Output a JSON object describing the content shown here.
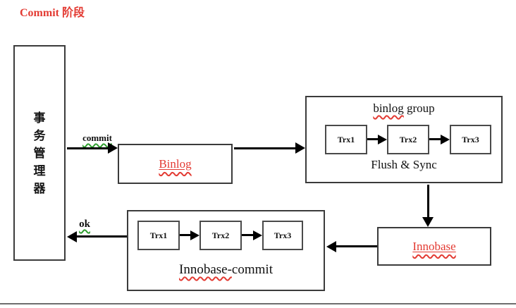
{
  "title": "Commit 阶段",
  "nodes": {
    "transaction_manager": {
      "label": "事\n务\n管\n理\n器"
    },
    "binlog": {
      "label": "Binlog"
    },
    "binlog_group": {
      "title_word": "binlog",
      "title_rest": " group",
      "items": [
        "Trx1",
        "Trx2",
        "Trx3"
      ],
      "footer": "Flush & Sync"
    },
    "innobase": {
      "label": "Innobase"
    },
    "innobase_commit": {
      "items": [
        "Trx1",
        "Trx2",
        "Trx3"
      ],
      "label_word": "Innobase-",
      "label_rest": "commit"
    }
  },
  "edges": {
    "commit": "commit",
    "ok": "ok"
  },
  "colors": {
    "accent_red": "#e33b33",
    "squiggle_green": "#2f9e2f",
    "squiggle_red": "#e33b33",
    "line_black": "#000000",
    "border_gray": "#3b3b3b",
    "divider_gray": "#6e6e6e"
  }
}
